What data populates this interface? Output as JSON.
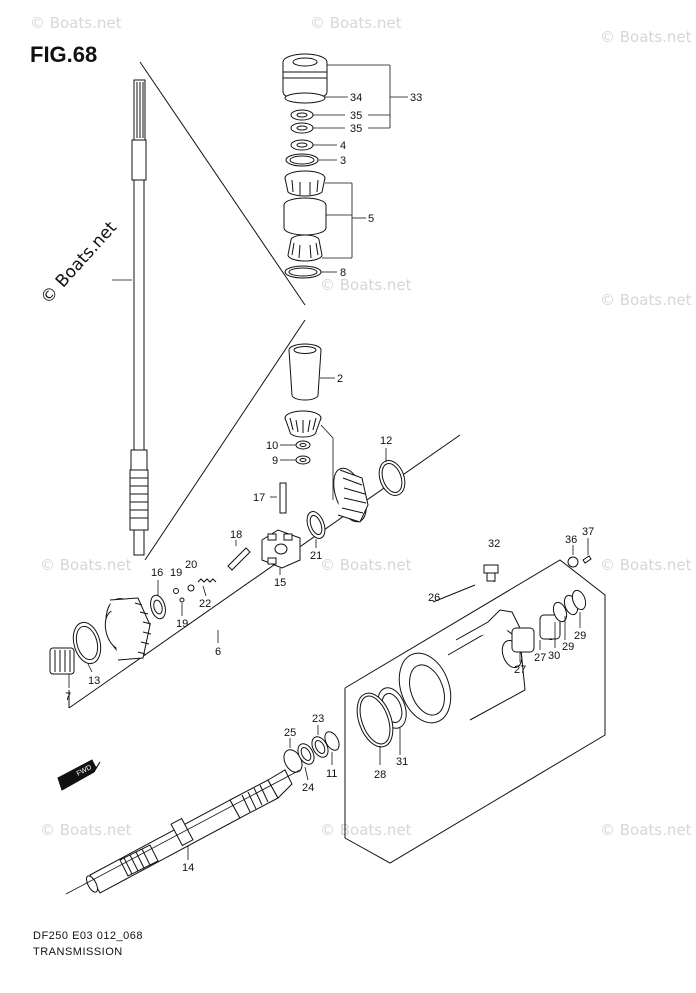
{
  "figure": {
    "title": "FIG.68",
    "code": "DF250 E03 012_068",
    "name": "TRANSMISSION"
  },
  "watermark": "© Boats.net",
  "fwd_label": "FWD",
  "callouts": [
    "33",
    "34",
    "35",
    "35",
    "4",
    "3",
    "5",
    "8",
    "2",
    "10",
    "9",
    "12",
    "17",
    "18",
    "21",
    "15",
    "16",
    "19",
    "20",
    "19",
    "22",
    "6",
    "7",
    "13",
    "32",
    "36",
    "37",
    "26",
    "27",
    "27",
    "30",
    "29",
    "29",
    "28",
    "31",
    "25",
    "23",
    "24",
    "11",
    "14"
  ]
}
